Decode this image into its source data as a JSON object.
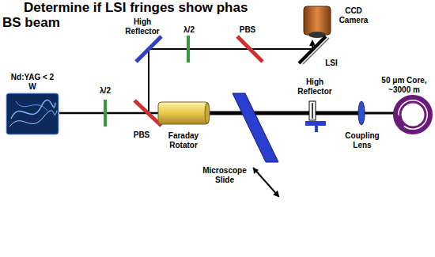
{
  "diagram": {
    "title": "Determine if LSI fringes show phas",
    "labels": [
      "BS beam",
      "CCD Camera",
      "High Reflector",
      "λ/2",
      "PBS",
      "LSI",
      "Nd:YAG < 2 W",
      "λ/2",
      "PBS",
      "Faraday Rotator",
      "High Reflector",
      "50 μm Core, ~3000 m",
      "Coupling Lens",
      "Microscope Slide"
    ]
  }
}
